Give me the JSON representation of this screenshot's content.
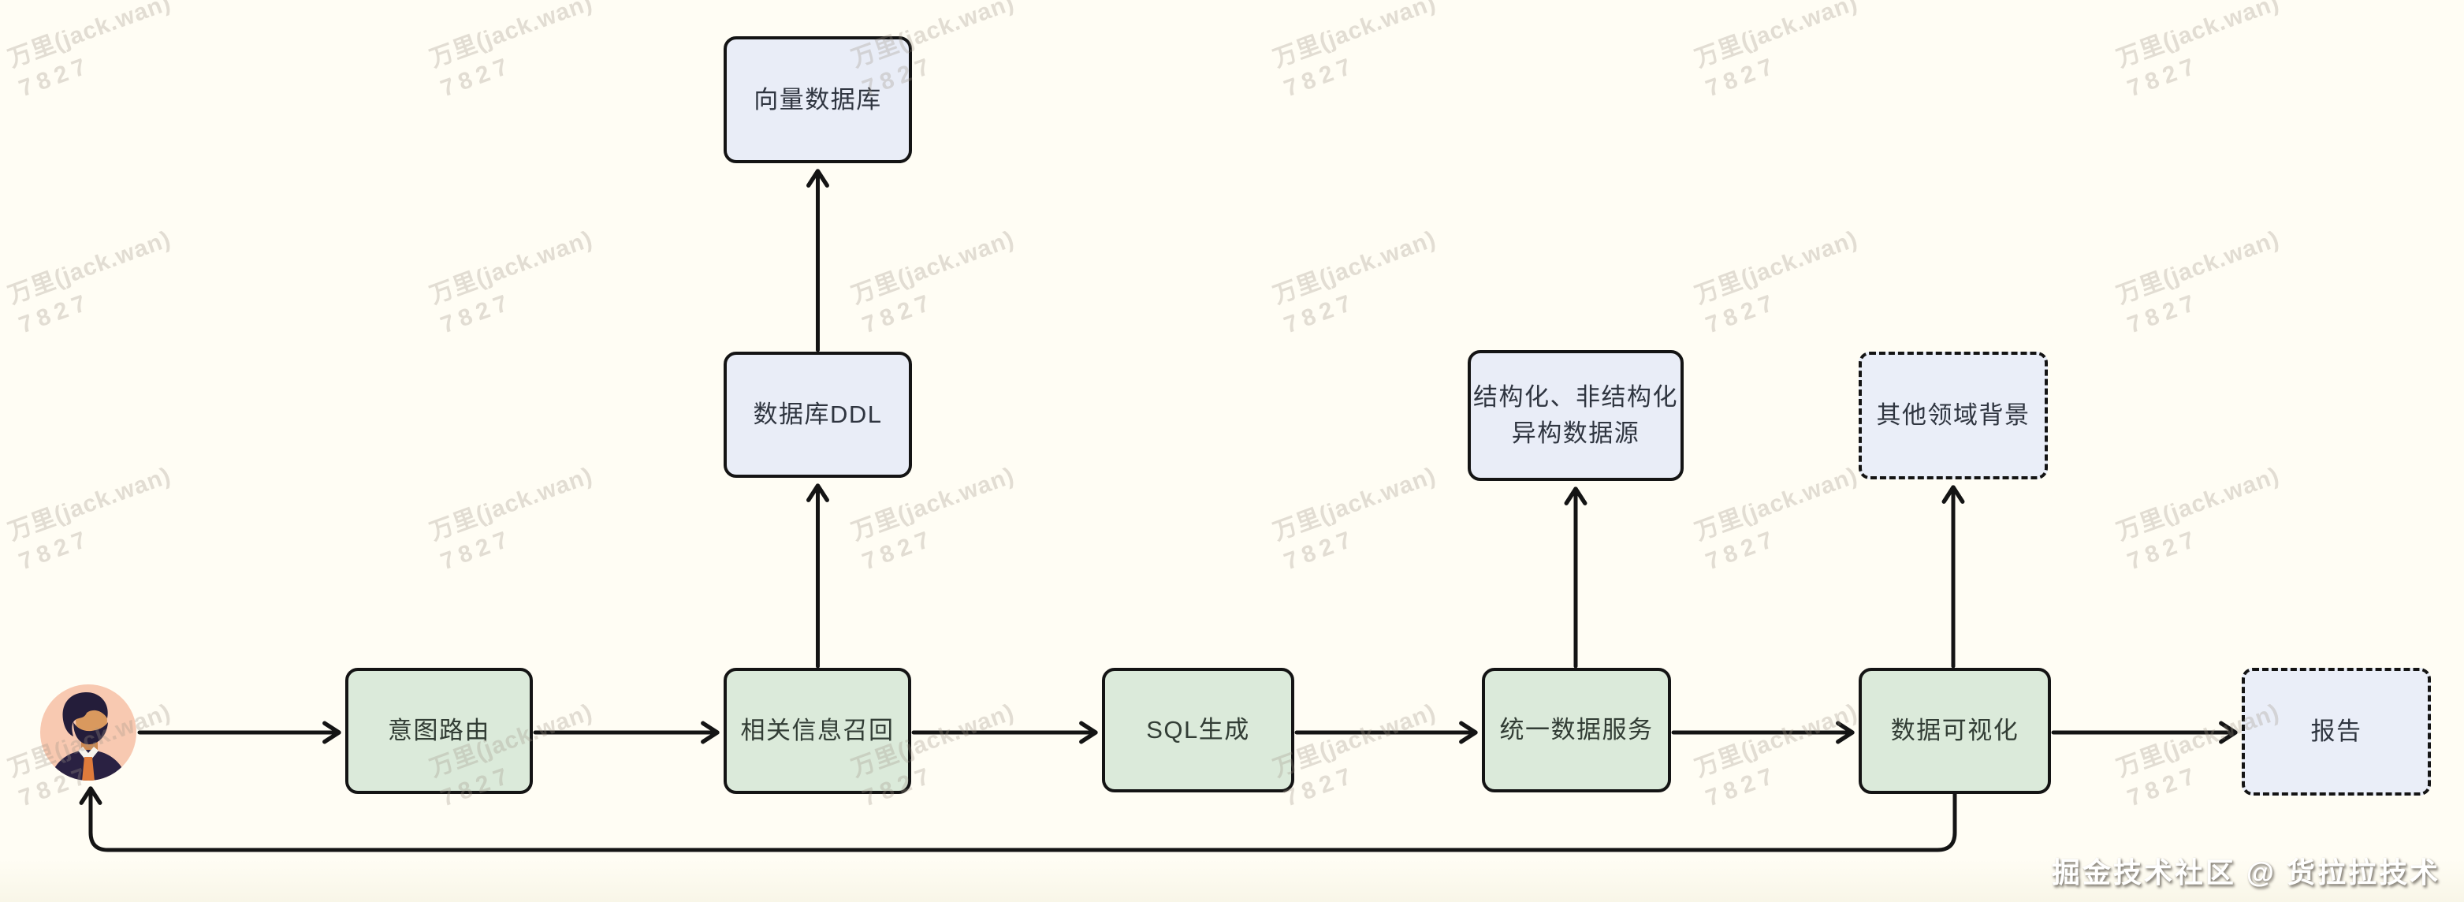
{
  "diagram": {
    "nodes": [
      {
        "id": "user",
        "type": "avatar",
        "label": "",
        "icon": "user-avatar-icon"
      },
      {
        "id": "intent",
        "type": "green",
        "label": "意图路由"
      },
      {
        "id": "recall",
        "type": "green",
        "label": "相关信息召回"
      },
      {
        "id": "sql",
        "type": "green",
        "label": "SQL生成"
      },
      {
        "id": "unified",
        "type": "green",
        "label": "统一数据服务"
      },
      {
        "id": "viz",
        "type": "green",
        "label": "数据可视化"
      },
      {
        "id": "report",
        "type": "dashed",
        "label": "报告"
      },
      {
        "id": "ddl",
        "type": "info",
        "label": "数据库DDL"
      },
      {
        "id": "vector",
        "type": "info",
        "label": "向量数据库"
      },
      {
        "id": "hetero",
        "type": "info",
        "lines": [
          "结构化、非结构化",
          "异构数据源"
        ]
      },
      {
        "id": "domain",
        "type": "dashed",
        "label": "其他领域背景"
      }
    ],
    "edges": [
      {
        "from": "user",
        "to": "intent",
        "kind": "h"
      },
      {
        "from": "intent",
        "to": "recall",
        "kind": "h"
      },
      {
        "from": "recall",
        "to": "sql",
        "kind": "h"
      },
      {
        "from": "sql",
        "to": "unified",
        "kind": "h"
      },
      {
        "from": "unified",
        "to": "viz",
        "kind": "h"
      },
      {
        "from": "viz",
        "to": "report",
        "kind": "h"
      },
      {
        "from": "recall",
        "to": "ddl",
        "kind": "v"
      },
      {
        "from": "ddl",
        "to": "vector",
        "kind": "v"
      },
      {
        "from": "unified",
        "to": "hetero",
        "kind": "v"
      },
      {
        "from": "viz",
        "to": "domain",
        "kind": "v"
      },
      {
        "from": "viz",
        "to": "user",
        "kind": "loop"
      }
    ]
  },
  "watermark": {
    "name": "万里(jack.wan)",
    "code": "7827"
  },
  "credit": {
    "text": "掘金技术社区 @ 货拉拉技术"
  },
  "colors": {
    "background": "#fffdf4",
    "green_fill": "#dbeada",
    "info_fill": "#e9edf7",
    "border": "#141414",
    "arrow": "#141414",
    "avatar_bg": "#f8c9b1",
    "avatar_dark": "#2a2142",
    "avatar_skin": "#d9995e",
    "avatar_tie": "#e07b3b"
  }
}
